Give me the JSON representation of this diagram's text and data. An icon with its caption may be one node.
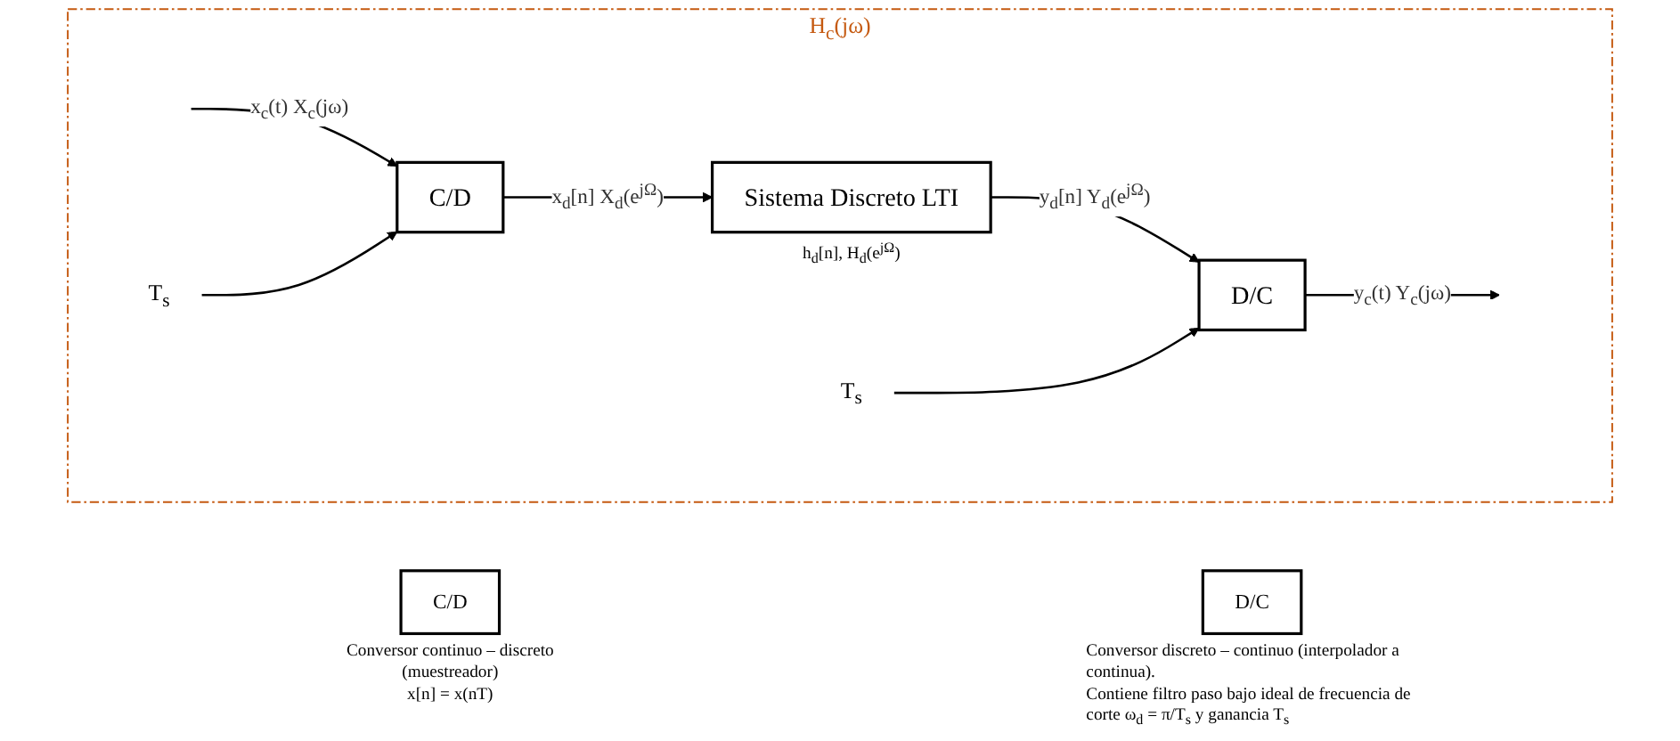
{
  "diagram": {
    "nodes": [
      {
        "text": [
          "H$_{c}$(jω)"
        ]
      },
      {
        "text": [
          "C/D"
        ],
        "in": 0
      },
      {
        "text": [
          "Sistema Discreto LTI"
        ],
        "in": 0,
        "beside": [
          "h$_{d}$[n], H$_{d}$(e$^{jΩ}$)"
        ]
      },
      {
        "text": [
          "D/C"
        ],
        "in": 0
      },
      {
        "text": [
          "T$_{s}$"
        ],
        "in": 0
      },
      {
        "text": [
          "T$_{s}$"
        ],
        "in": 0
      },
      {
        "text": [
          "C/D"
        ],
        "beside": [
          "Conversor continuo – discreto (muestreador)",
          "x[n] = x(nT)"
        ]
      },
      {
        "text": [
          "D/C"
        ],
        "beside": [
          "Conversor discreto – continuo (interpolador a continua).",
          "Contiene filtro paso bajo ideal de frecuencia de corte ω$_{d}$ = π/T$_{s}$ y ganancia T$_{s}$"
        ]
      }
    ],
    "edges": [
      {
        "from": null,
        "to": 1,
        "arrow": "to",
        "label": "x$_{c}$(t) X$_{c}$(jω)"
      },
      {
        "from": 1,
        "to": 2,
        "arrow": "to",
        "label": "x$_{d}$[n] X$_{d}$(e$^{jΩ}$)"
      },
      {
        "from": 2,
        "to": 3,
        "arrow": "to",
        "label": "y$_{d}$[n] Y$_{d}$(e$^{jΩ}$)"
      },
      {
        "from": 3,
        "to": null,
        "arrow": "to",
        "label": "y$_{c}$(t) Y$_{c}$(jω)"
      },
      {
        "from": 4,
        "to": 1,
        "arrow": "to"
      },
      {
        "from": 5,
        "to": 3,
        "arrow": "to"
      }
    ]
  }
}
